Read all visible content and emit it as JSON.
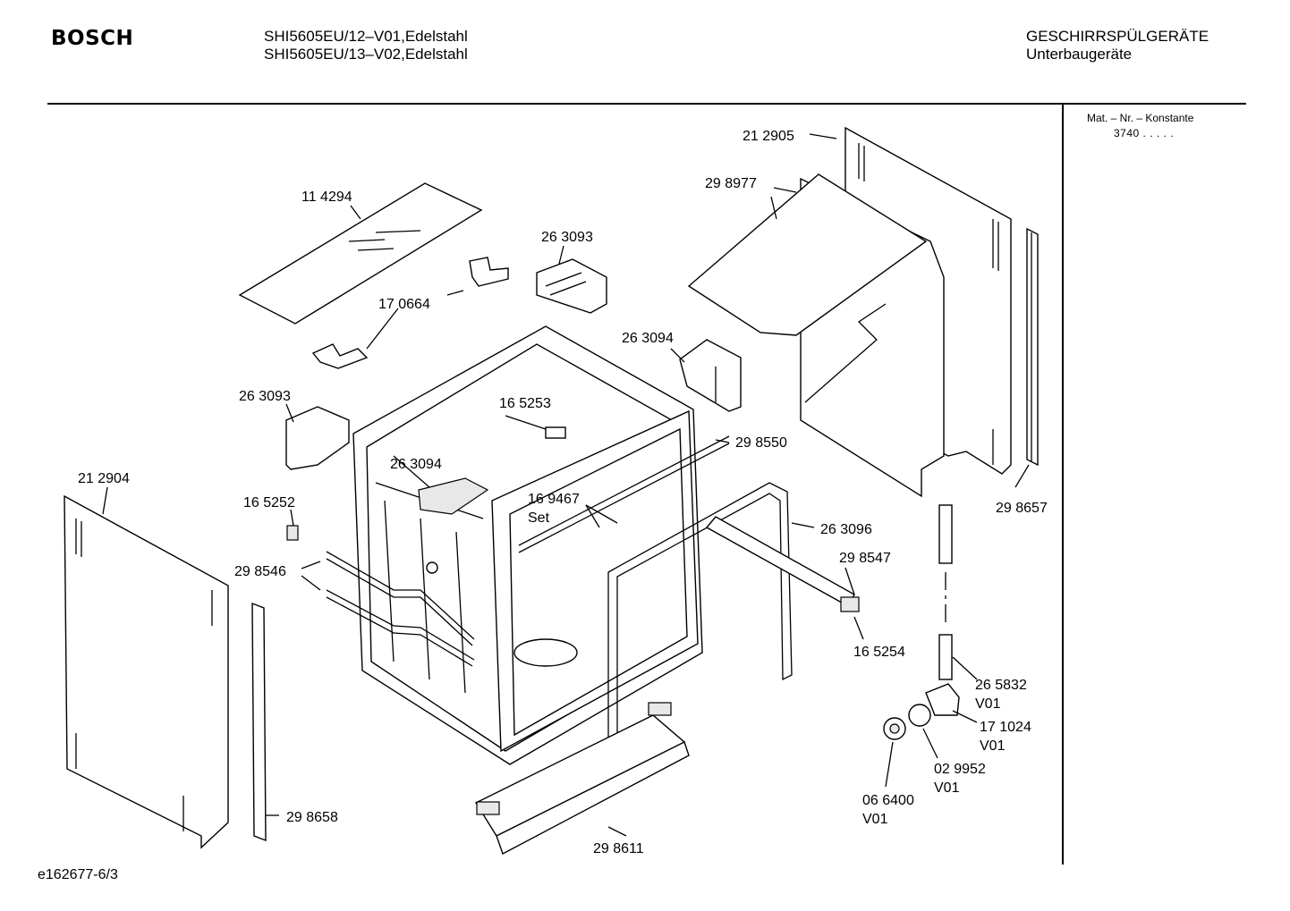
{
  "header": {
    "brand": "BOSCH",
    "models": [
      "SHI5605EU/12–V01,Edelstahl",
      "SHI5605EU/13–V02,Edelstahl"
    ],
    "category": [
      "GESCHIRRSPÜLGERÄTE",
      "Unterbaugeräte"
    ]
  },
  "sidebar": {
    "mat_label": "Mat. – Nr. – Konstante",
    "mat_value": "3740 .  .  .  .  ."
  },
  "footer": {
    "code": "e162677-6/3"
  },
  "parts": [
    {
      "id": "p212905",
      "lines": [
        "21 2905"
      ]
    },
    {
      "id": "p298977",
      "lines": [
        "29 8977"
      ]
    },
    {
      "id": "p114294",
      "lines": [
        "11 4294"
      ]
    },
    {
      "id": "p263093a",
      "lines": [
        "26 3093"
      ]
    },
    {
      "id": "p170664",
      "lines": [
        "17 0664"
      ]
    },
    {
      "id": "p263094a",
      "lines": [
        "26 3094"
      ]
    },
    {
      "id": "p263093b",
      "lines": [
        "26 3093"
      ]
    },
    {
      "id": "p165253",
      "lines": [
        "16 5253"
      ]
    },
    {
      "id": "p298550",
      "lines": [
        "29 8550"
      ]
    },
    {
      "id": "p263094b",
      "lines": [
        "26 3094"
      ]
    },
    {
      "id": "p212904",
      "lines": [
        "21 2904"
      ]
    },
    {
      "id": "p169467",
      "lines": [
        "16 9467",
        "Set"
      ]
    },
    {
      "id": "p165252",
      "lines": [
        "16 5252"
      ]
    },
    {
      "id": "p263096",
      "lines": [
        "26 3096"
      ]
    },
    {
      "id": "p298657",
      "lines": [
        "29 8657"
      ]
    },
    {
      "id": "p298546",
      "lines": [
        "29 8546"
      ]
    },
    {
      "id": "p298547",
      "lines": [
        "29 8547"
      ]
    },
    {
      "id": "p165254",
      "lines": [
        "16 5254"
      ]
    },
    {
      "id": "p265832",
      "lines": [
        "26 5832",
        "V01"
      ]
    },
    {
      "id": "p171024",
      "lines": [
        "17 1024",
        "V01"
      ]
    },
    {
      "id": "p029952",
      "lines": [
        "02 9952",
        "V01"
      ]
    },
    {
      "id": "p066400",
      "lines": [
        "06 6400",
        "V01"
      ]
    },
    {
      "id": "p298658",
      "lines": [
        "29 8658"
      ]
    },
    {
      "id": "p298611",
      "lines": [
        "29 8611"
      ]
    }
  ]
}
